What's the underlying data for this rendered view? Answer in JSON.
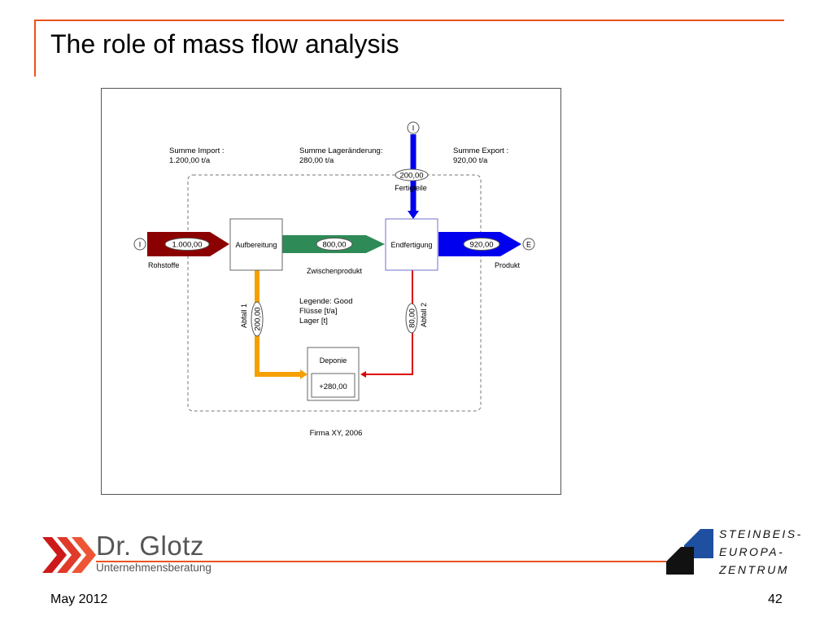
{
  "slide": {
    "title": "The role of mass flow analysis",
    "footer_date": "May 2012",
    "page_number": "42",
    "accent_color": "#e8531f"
  },
  "diagram": {
    "summaries": {
      "import_label": "Summe Import :",
      "import_value": "1.200,00 t/a",
      "storage_label": "Summe Lageränderung:",
      "storage_value": "280,00 t/a",
      "export_label": "Summe Export :",
      "export_value": "920,00 t/a"
    },
    "nodes": {
      "aufbereitung": "Aufbereitung",
      "endfertigung": "Endfertigung",
      "deponie": "Deponie",
      "deponie_stock": "+280,00"
    },
    "flows": {
      "rohstoffe": {
        "label": "Rohstoffe",
        "value": "1.000,00",
        "color": "#8b0000"
      },
      "zwischenprodukt": {
        "label": "Zwischenprodukt",
        "value": "800,00",
        "color": "#2e8b57"
      },
      "produkt": {
        "label": "Produkt",
        "value": "920,00",
        "color": "#0000ee"
      },
      "fertigteile": {
        "label": "Fertigteile",
        "value": "200,00",
        "color": "#0000ee"
      },
      "abfall1": {
        "label": "Abfall 1",
        "value": "200,00",
        "color": "#f5a000"
      },
      "abfall2": {
        "label": "Abfall 2",
        "value": "80,00",
        "color": "#dd0000"
      }
    },
    "terminals": {
      "import_marker": "I",
      "export_marker": "E"
    },
    "legend": {
      "line1": "Legende: Good",
      "line2": "Flüsse [t/a]",
      "line3": "Lager  [t]"
    },
    "caption": "Firma XY, 2006"
  },
  "logos": {
    "glotz_name": "Dr. Glotz",
    "glotz_sub": "Unternehmensberatung",
    "sez_line1": "STEINBEIS-",
    "sez_line2": "EUROPA-",
    "sez_line3": "ZENTRUM"
  }
}
